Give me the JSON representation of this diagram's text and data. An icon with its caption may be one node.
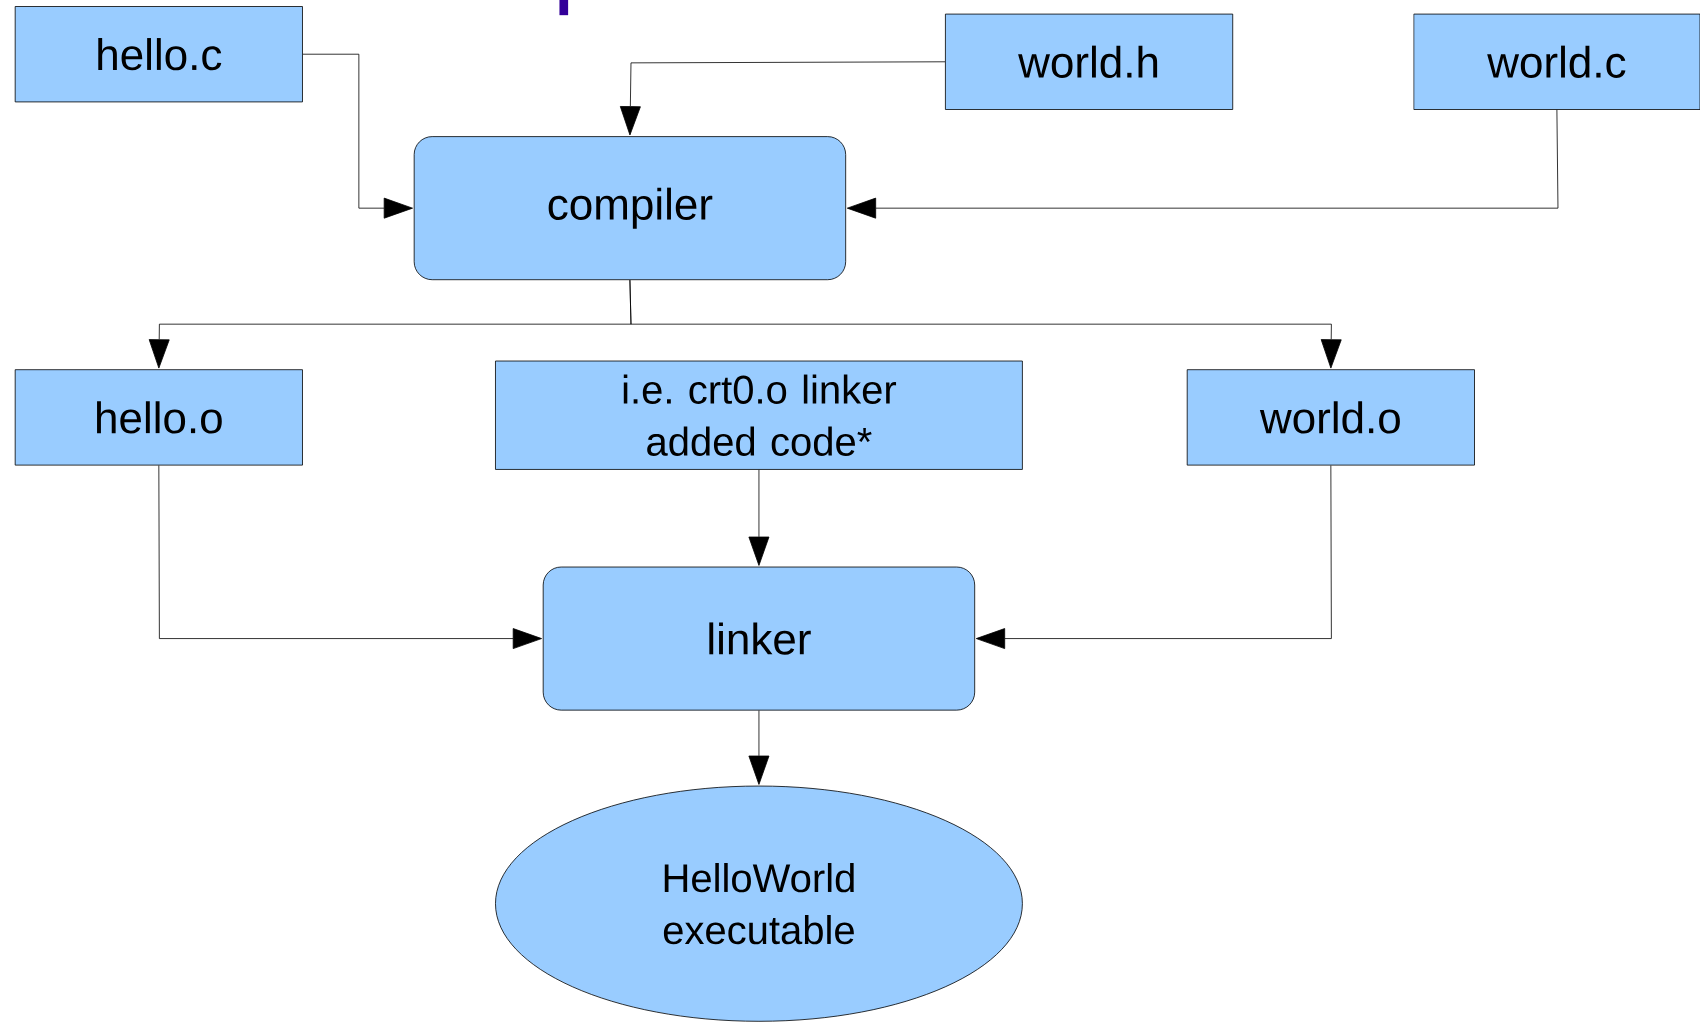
{
  "diagram": {
    "nodes": [
      {
        "text": [
          "hello.c"
        ]
      },
      {
        "text": [
          "world.h"
        ]
      },
      {
        "text": [
          "world.c"
        ]
      },
      {
        "text": [
          "compiler"
        ]
      },
      {
        "text": [
          "hello.o"
        ]
      },
      {
        "text": [
          "i.e. crt0.o linker added code*"
        ]
      },
      {
        "text": [
          "world.o"
        ]
      },
      {
        "text": [
          "linker"
        ]
      },
      {
        "text": [
          "HelloWorld executable"
        ]
      }
    ],
    "edges": [
      {
        "from": 0,
        "to": 3,
        "arrow": "to"
      },
      {
        "from": 1,
        "to": 3,
        "arrow": "to"
      },
      {
        "from": 2,
        "to": 3,
        "arrow": "to"
      },
      {
        "from": 3,
        "to": 4,
        "arrow": "to"
      },
      {
        "from": 3,
        "to": 6,
        "arrow": "to"
      },
      {
        "from": 5,
        "to": 7,
        "arrow": "to"
      },
      {
        "from": 4,
        "to": 7,
        "arrow": "to"
      },
      {
        "from": 6,
        "to": 7,
        "arrow": "to"
      },
      {
        "from": 7,
        "to": 8,
        "arrow": "to"
      }
    ]
  }
}
